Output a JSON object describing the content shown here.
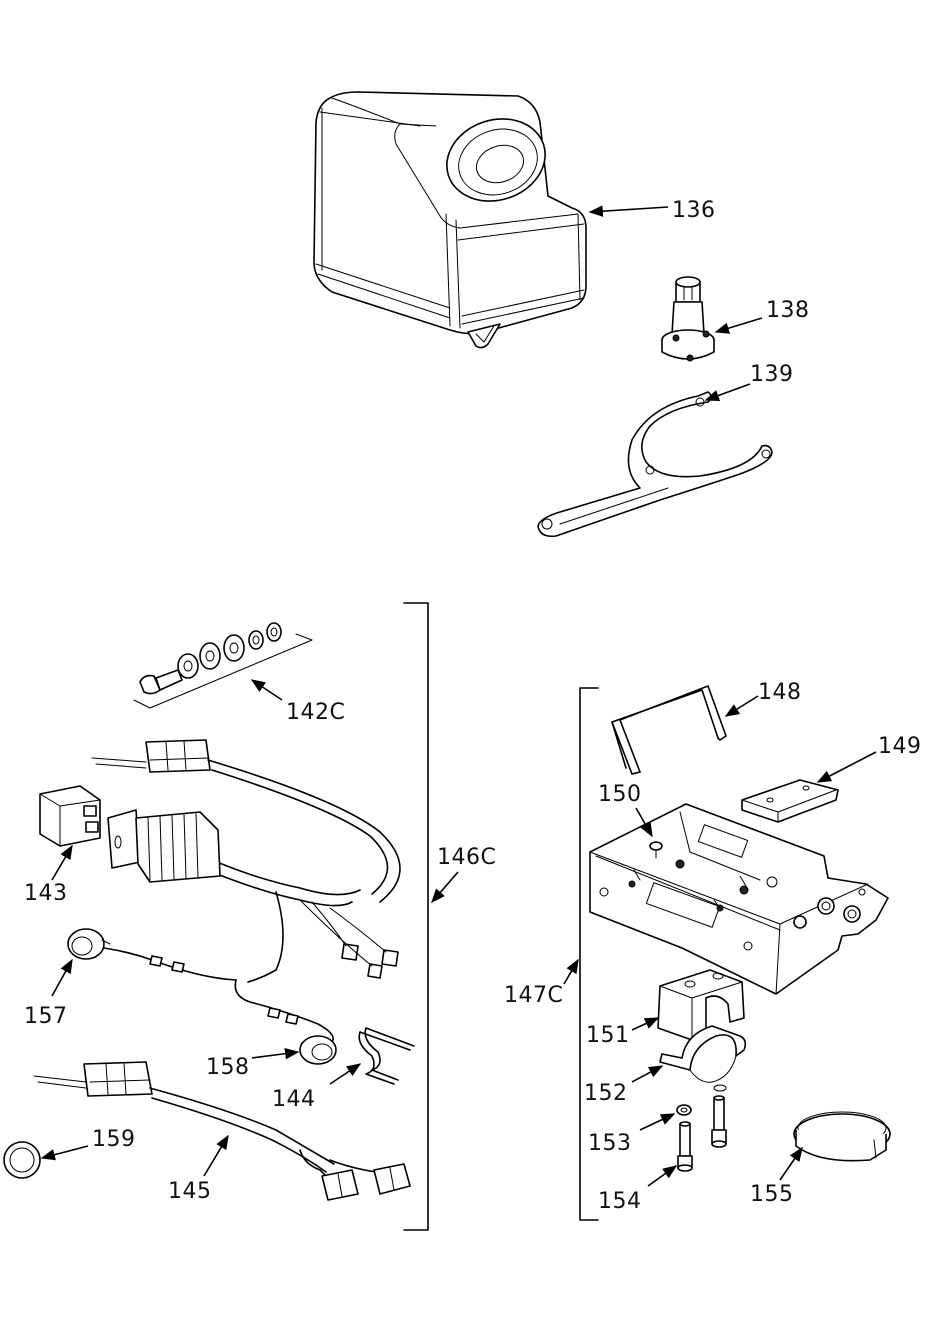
{
  "labels": {
    "p136": "136",
    "p138": "138",
    "p139": "139",
    "p142c": "142C",
    "p143": "143",
    "p144": "144",
    "p145": "145",
    "p146c": "146C",
    "p147c": "147C",
    "p148": "148",
    "p149": "149",
    "p150": "150",
    "p151": "151",
    "p152": "152",
    "p153": "153",
    "p154": "154",
    "p155": "155",
    "p157": "157",
    "p158": "158",
    "p159": "159"
  }
}
